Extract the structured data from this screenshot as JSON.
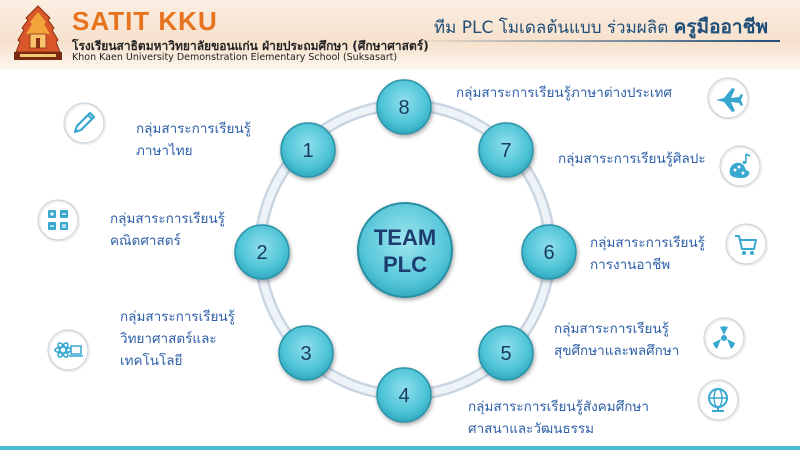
{
  "header": {
    "brand": "SATIT KKU",
    "school_th": "โรงเรียนสาธิตมหาวิทยาลัยขอนแก่น ฝ่ายประถมศึกษา (ศึกษาศาสตร์)",
    "school_en": "Khon Kaen University Demonstration Elementary School (Suksasart)",
    "headline_prefix": "ทีม PLC โมเดลต้นแบบ ร่วมผลิต",
    "headline_bold": "ครูมืออาชีพ"
  },
  "center": {
    "line1": "TEAM",
    "line2": "PLC"
  },
  "colors": {
    "brand_orange": "#e7731e",
    "node_fill": "#4ec3d6",
    "ring": "#d8e4ee",
    "label_blue": "#2e5fa8",
    "icon_blue": "#38a8d0"
  },
  "groups": [
    {
      "number": "1",
      "label_lines": [
        "กลุ่มสาระการเรียนรู้",
        "ภาษาไทย"
      ],
      "icon": "pencil-icon"
    },
    {
      "number": "2",
      "label_lines": [
        "กลุ่มสาระการเรียนรู้",
        "คณิตศาสตร์"
      ],
      "icon": "calculator-icon"
    },
    {
      "number": "3",
      "label_lines": [
        "กลุ่มสาระการเรียนรู้",
        "วิทยาศาสตร์และ",
        "เทคโนโลยี"
      ],
      "icon": "atom-laptop-icon"
    },
    {
      "number": "4",
      "label_lines": [
        "กลุ่มสาระการเรียนรู้สังคมศึกษา",
        "ศาสนาและวัฒนธรรม"
      ],
      "icon": "globe-icon"
    },
    {
      "number": "5",
      "label_lines": [
        "กลุ่มสาระการเรียนรู้",
        "สุขศึกษาและพลศึกษา"
      ],
      "icon": "health-icon"
    },
    {
      "number": "6",
      "label_lines": [
        "กลุ่มสาระการเรียนรู้",
        "การงานอาชีพ"
      ],
      "icon": "cart-icon"
    },
    {
      "number": "7",
      "label_lines": [
        "กลุ่มสาระการเรียนรู้ศิลปะ"
      ],
      "icon": "art-music-icon"
    },
    {
      "number": "8",
      "label_lines": [
        "กลุ่มสาระการเรียนรู้ภาษาต่างประเทศ"
      ],
      "icon": "airplane-icon"
    }
  ]
}
